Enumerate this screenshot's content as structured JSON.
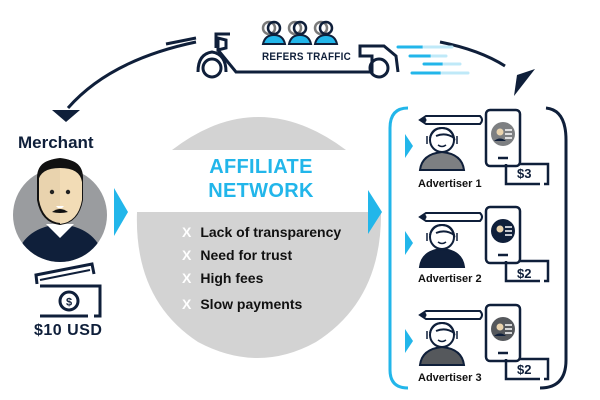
{
  "truck": {
    "label": "REFERS TRAFFIC",
    "icons": [
      "people-group-icon",
      "truck-icon",
      "speed-lines-icon"
    ]
  },
  "merchant": {
    "title": "Merchant",
    "amount": "$10 USD",
    "icons": [
      "merchant-avatar-icon",
      "cash-card-icon"
    ]
  },
  "network": {
    "title_line1": "AFFILIATE",
    "title_line2": "NETWORK",
    "issues": [
      {
        "marker": "X",
        "text": "Lack of transparency"
      },
      {
        "marker": "X",
        "text": "Need for trust"
      },
      {
        "marker": "X",
        "text": "High fees"
      },
      {
        "marker": "X",
        "text": "Slow payments"
      }
    ]
  },
  "advertisers": [
    {
      "name": "Advertiser 1",
      "payout": "$3",
      "avatar_fill": "#7d7f82"
    },
    {
      "name": "Advertiser 2",
      "payout": "$2",
      "avatar_fill": "#0f1f3a"
    },
    {
      "name": "Advertiser 3",
      "payout": "$2",
      "avatar_fill": "#55585c"
    }
  ],
  "colors": {
    "navy": "#0f1f3a",
    "accent_blue": "#22b6ea",
    "light_blue": "#bfe9f8",
    "network_gray": "#d3d3d3",
    "avatar_gray": "#9a9c9f"
  }
}
